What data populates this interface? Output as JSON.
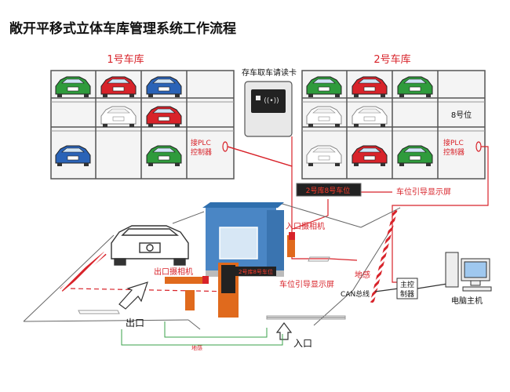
{
  "title": "敞开平移式立体车库管理系统工作流程",
  "garage1": {
    "label": "1号车库"
  },
  "garage2": {
    "label": "2号车库",
    "slot_label": "8号位"
  },
  "card_reader": {
    "label": "存车取车请读卡"
  },
  "plc1": {
    "line1": "接PLC",
    "line2": "控制器"
  },
  "plc2": {
    "line1": "接PLC",
    "line2": "控制器"
  },
  "led_sign": {
    "text": "2号库8号车位",
    "caption": "车位引导显示屏"
  },
  "entry_camera": {
    "label": "入口摄相机"
  },
  "exit_camera": {
    "label": "出口摄相机"
  },
  "guide_display_lower": {
    "label": "车位引导显示屏"
  },
  "booth_display": {
    "text": "2号库8号车位"
  },
  "loop_sensor_right": {
    "label": "地感"
  },
  "loop_sensor_bottom": {
    "label": "地感"
  },
  "can_bus": {
    "label": "CAN总线"
  },
  "main_controller": {
    "line1": "主控",
    "line2": "制器"
  },
  "computer": {
    "label": "电脑主机"
  },
  "exit_label": "出口",
  "entry_label": "入口",
  "colors": {
    "red_wire": "#d8232a",
    "green_car": "#2f9b3c",
    "blue_car": "#2a63b7",
    "red_car": "#d8232a",
    "booth_blue": "#4a86c5",
    "barrier_orange": "#e06a1d"
  },
  "garage1_cars": [
    "green",
    "red",
    "blue",
    "empty",
    "outline",
    "red",
    "blue",
    "empty",
    "green"
  ],
  "garage2_cars": [
    "green",
    "red",
    "green",
    "outline",
    "outline",
    "text",
    "outline",
    "red",
    "green"
  ]
}
